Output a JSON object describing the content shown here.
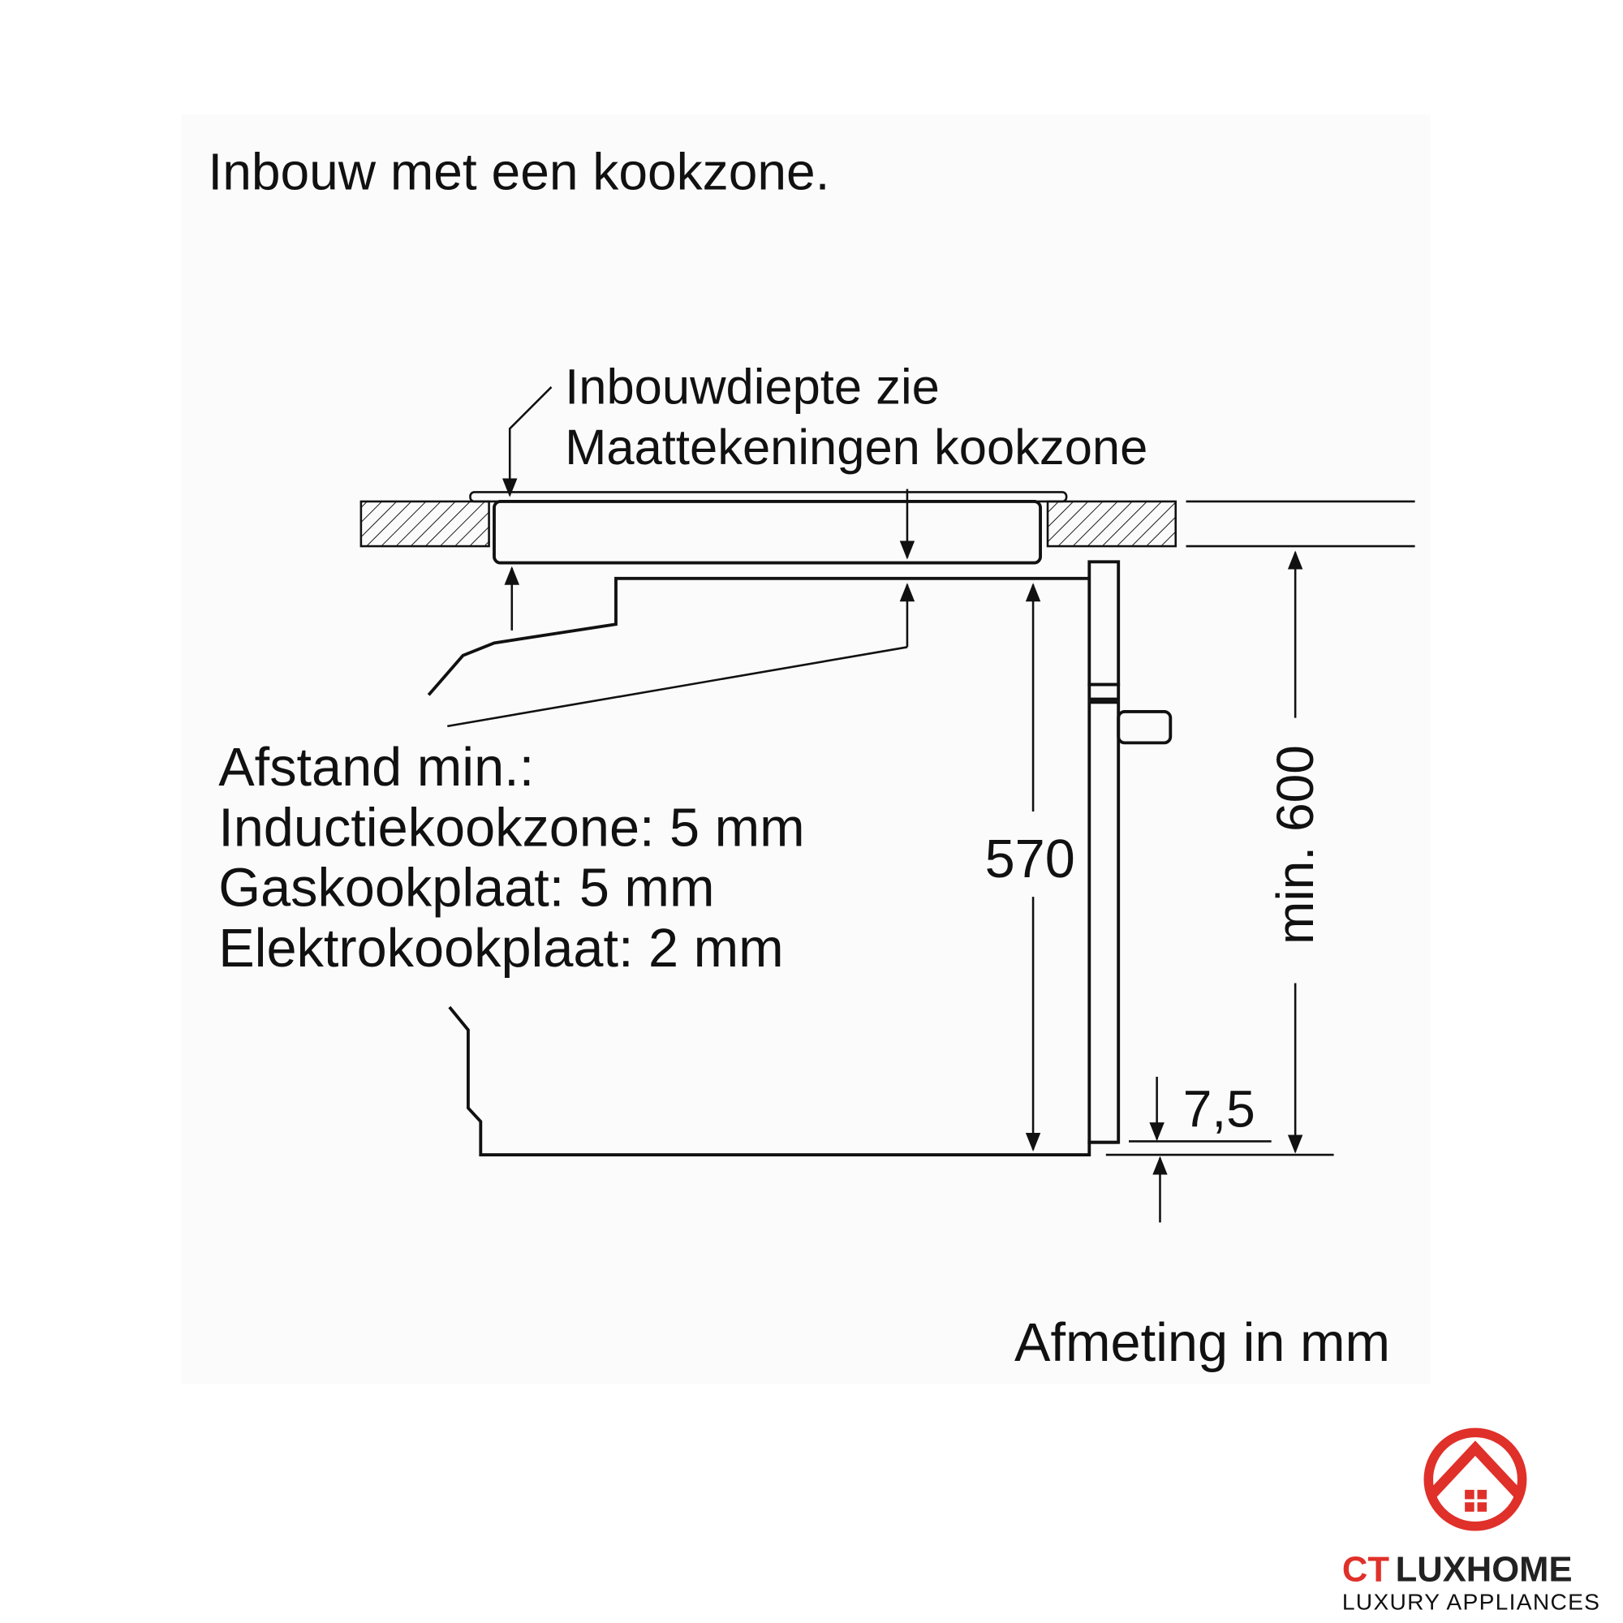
{
  "title": "Inbouw met een kookzone.",
  "note": [
    "Inbouwdiepte zie",
    "Maattekeningen kookzone"
  ],
  "distance": {
    "heading": "Afstand min.:",
    "lines": [
      "Inductiekookzone: 5 mm",
      "Gaskookplaat: 5 mm",
      "Elektrokookplaat: 2 mm"
    ]
  },
  "dimensions": {
    "height": "570",
    "min_height": "min. 600",
    "offset": "7,5"
  },
  "units_note": "Afmeting in mm",
  "logo": {
    "brand_ct": "CT",
    "brand_rest": "LUXHOME",
    "tagline": "LUXURY APPLIANCES",
    "color": "#e0302a"
  }
}
